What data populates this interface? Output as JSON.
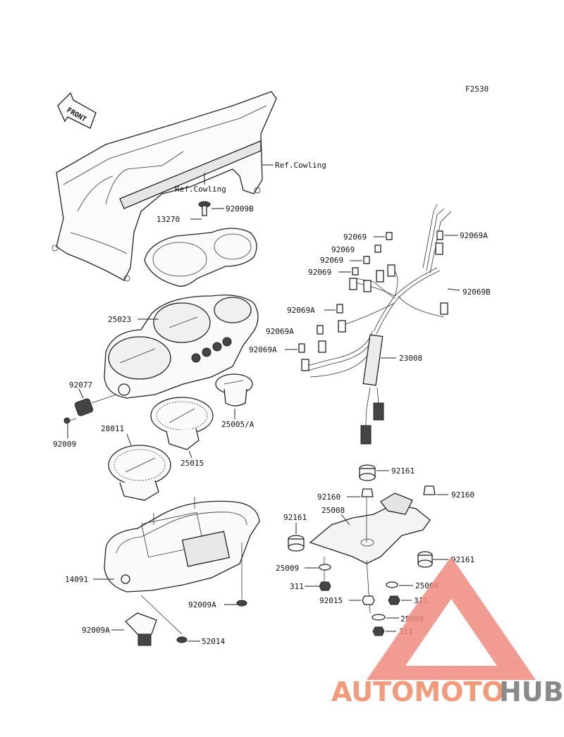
{
  "figure_code": "F2530",
  "front_label": "FRONT",
  "callouts": [
    {
      "id": "ref-cowling-top",
      "text": "Ref.Cowling"
    },
    {
      "id": "ref-cowling-mid",
      "text": "Ref.Cowling"
    },
    {
      "id": "p92009b",
      "text": "92009B"
    },
    {
      "id": "p13270",
      "text": "13270"
    },
    {
      "id": "p25023",
      "text": "25023"
    },
    {
      "id": "p92077",
      "text": "92077"
    },
    {
      "id": "p92009",
      "text": "92009"
    },
    {
      "id": "p25005a",
      "text": "25005/A"
    },
    {
      "id": "p25015",
      "text": "25015"
    },
    {
      "id": "p28011",
      "text": "28011"
    },
    {
      "id": "p14091",
      "text": "14091"
    },
    {
      "id": "p92009a-1",
      "text": "92009A"
    },
    {
      "id": "p52014",
      "text": "52014"
    },
    {
      "id": "p92009a-2",
      "text": "92009A"
    },
    {
      "id": "p92069-1",
      "text": "92069"
    },
    {
      "id": "p92069-2",
      "text": "92069"
    },
    {
      "id": "p92069-3",
      "text": "92069"
    },
    {
      "id": "p92069-4",
      "text": "92069"
    },
    {
      "id": "p92069a-1",
      "text": "92069A"
    },
    {
      "id": "p92069b",
      "text": "92069B"
    },
    {
      "id": "p92069a-2",
      "text": "92069A"
    },
    {
      "id": "p92069a-3",
      "text": "92069A"
    },
    {
      "id": "p92069a-4",
      "text": "92069A"
    },
    {
      "id": "p23008",
      "text": "23008"
    },
    {
      "id": "p92161-1",
      "text": "92161"
    },
    {
      "id": "p92160-1",
      "text": "92160"
    },
    {
      "id": "p92160-2",
      "text": "92160"
    },
    {
      "id": "p25008",
      "text": "25008"
    },
    {
      "id": "p92161-2",
      "text": "92161"
    },
    {
      "id": "p92161-3",
      "text": "92161"
    },
    {
      "id": "p25009-1",
      "text": "25009"
    },
    {
      "id": "p311-1",
      "text": "311"
    },
    {
      "id": "p25009-2",
      "text": "25009"
    },
    {
      "id": "p92015",
      "text": "92015"
    },
    {
      "id": "p311-2",
      "text": "311"
    },
    {
      "id": "p25009-3",
      "text": "25009"
    },
    {
      "id": "p311-3",
      "text": "311"
    }
  ],
  "watermark": {
    "part1": "AUTOMOTO",
    "part2": "HUB",
    "color1": "#f29a7a",
    "color2": "#8a8a8a",
    "triangle_color": "#f08a80"
  }
}
